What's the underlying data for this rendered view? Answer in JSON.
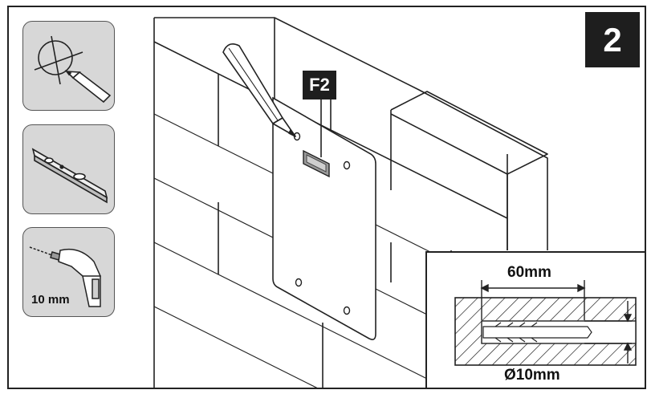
{
  "step_number": "2",
  "callout_label": "F2",
  "tools": {
    "pencil": "pencil-icon",
    "level": "spirit-level-icon",
    "drill": "drill-icon",
    "drill_bit_size": "10 mm"
  },
  "detail": {
    "depth_label": "60mm",
    "diameter_label": "Ø10mm"
  },
  "colors": {
    "panel_background": "#d7d7d7",
    "badge_background": "#1e1e1e",
    "badge_text": "#ffffff",
    "line": "#222222"
  }
}
